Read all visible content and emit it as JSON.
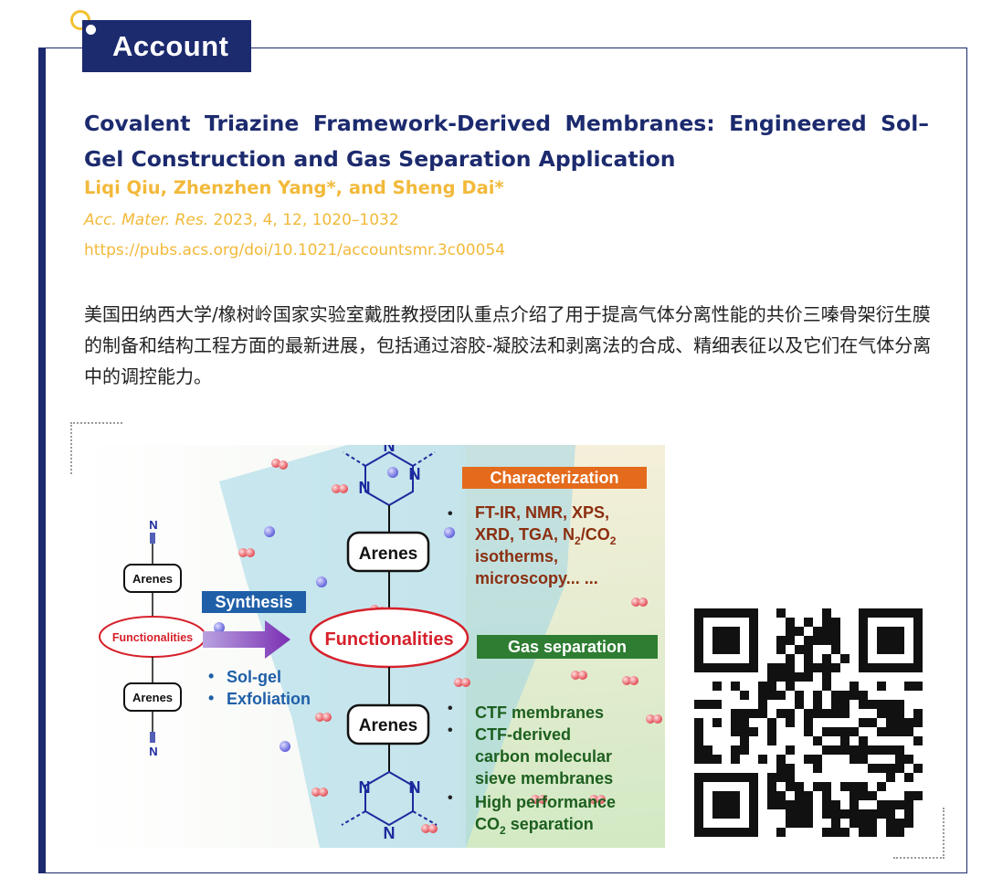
{
  "badge": {
    "label": "Account"
  },
  "article": {
    "title": "Covalent Triazine Framework-Derived Membranes: Engineered Sol–Gel Construction and Gas Separation Application",
    "authors": "Liqi Qiu, Zhenzhen Yang*, and Sheng Dai*",
    "journal_name": "Acc. Mater. Res.",
    "journal_details": " 2023, 4, 12, 1020–1032",
    "doi": "https://pubs.acs.org/doi/10.1021/accountsmr.3c00054",
    "summary": "美国田纳西大学/橡树岭国家实验室戴胜教授团队重点介绍了用于提高气体分离性能的共价三嗪骨架衍生膜的制备和结构工程方面的最新进展，包括通过溶胶-凝胶法和剥离法的合成、精细表征以及它们在气体分离中的调控能力。"
  },
  "figure": {
    "arenes": "Arenes",
    "functionalities": "Functionalities",
    "synthesis": "Synthesis",
    "synthesis_items": [
      "Sol-gel",
      "Exfoliation"
    ],
    "characterization": "Characterization",
    "characterization_lines": [
      "FT-IR, NMR, XPS,",
      "XRD, TGA, N",
      "isotherms,",
      "microscopy... ..."
    ],
    "gas_separation": "Gas separation",
    "gas_lines": [
      "CTF membranes",
      "CTF-derived",
      "carbon molecular",
      "sieve membranes",
      "High performance",
      "CO",
      "separation"
    ],
    "atom_n": "N",
    "sub_2": "2",
    "co2_frag": "/CO"
  },
  "colors": {
    "navy": "#1c2a6e",
    "gold": "#f2b93a",
    "red": "#d6202a",
    "green": "#2e7d32",
    "orange": "#e46a1c"
  }
}
